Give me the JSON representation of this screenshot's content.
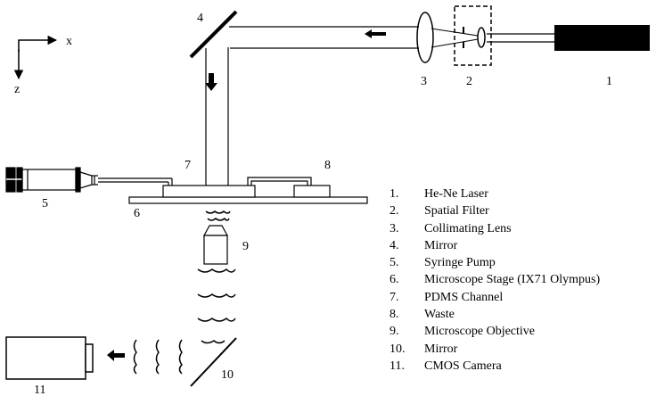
{
  "axes": {
    "x_label": "x",
    "z_label": "z"
  },
  "components": [
    {
      "id": "laser",
      "label": "1"
    },
    {
      "id": "spatial-filter",
      "label": "2"
    },
    {
      "id": "collimating-lens",
      "label": "3"
    },
    {
      "id": "mirror-top",
      "label": "4"
    },
    {
      "id": "syringe-pump",
      "label": "5"
    },
    {
      "id": "microscope-stage",
      "label": "6"
    },
    {
      "id": "pdms-channel",
      "label": "7"
    },
    {
      "id": "waste",
      "label": "8"
    },
    {
      "id": "microscope-objective",
      "label": "9"
    },
    {
      "id": "mirror-bottom",
      "label": "10"
    },
    {
      "id": "cmos-camera",
      "label": "11"
    }
  ],
  "legend": [
    {
      "num": "1.",
      "text": "He-Ne Laser"
    },
    {
      "num": "2.",
      "text": "Spatial Filter"
    },
    {
      "num": "3.",
      "text": "Collimating Lens"
    },
    {
      "num": "4.",
      "text": "Mirror"
    },
    {
      "num": "5.",
      "text": "Syringe Pump"
    },
    {
      "num": "6.",
      "text": "Microscope Stage (IX71 Olympus)"
    },
    {
      "num": "7.",
      "text": "PDMS Channel"
    },
    {
      "num": "8.",
      "text": "Waste"
    },
    {
      "num": "9.",
      "text": "Microscope Objective"
    },
    {
      "num": "10.",
      "text": "Mirror"
    },
    {
      "num": "11.",
      "text": "CMOS Camera"
    }
  ]
}
